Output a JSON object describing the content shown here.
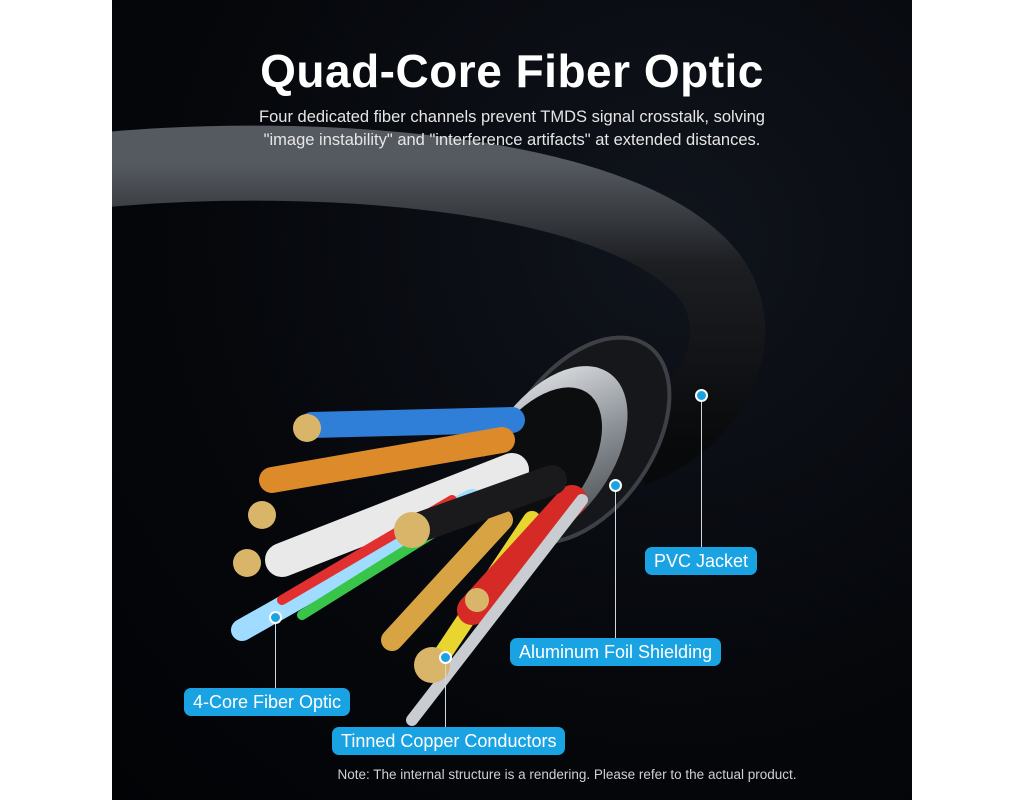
{
  "title": "Quad-Core Fiber Optic",
  "subtitle": [
    "Four dedicated fiber channels prevent TMDS signal crosstalk, solving",
    "\"image instability\" and \"interference artifacts\" at extended distances."
  ],
  "labels": {
    "pvc_jacket": "PVC Jacket",
    "aluminum_foil": "Aluminum Foil Shielding",
    "fiber_optic": "4-Core Fiber Optic",
    "tinned_copper": "Tinned Copper Conductors"
  },
  "note": "Note: The internal structure is a rendering. Please refer to the actual product.",
  "colors": {
    "accent": "#1aa3e3",
    "background": "#05070b"
  }
}
